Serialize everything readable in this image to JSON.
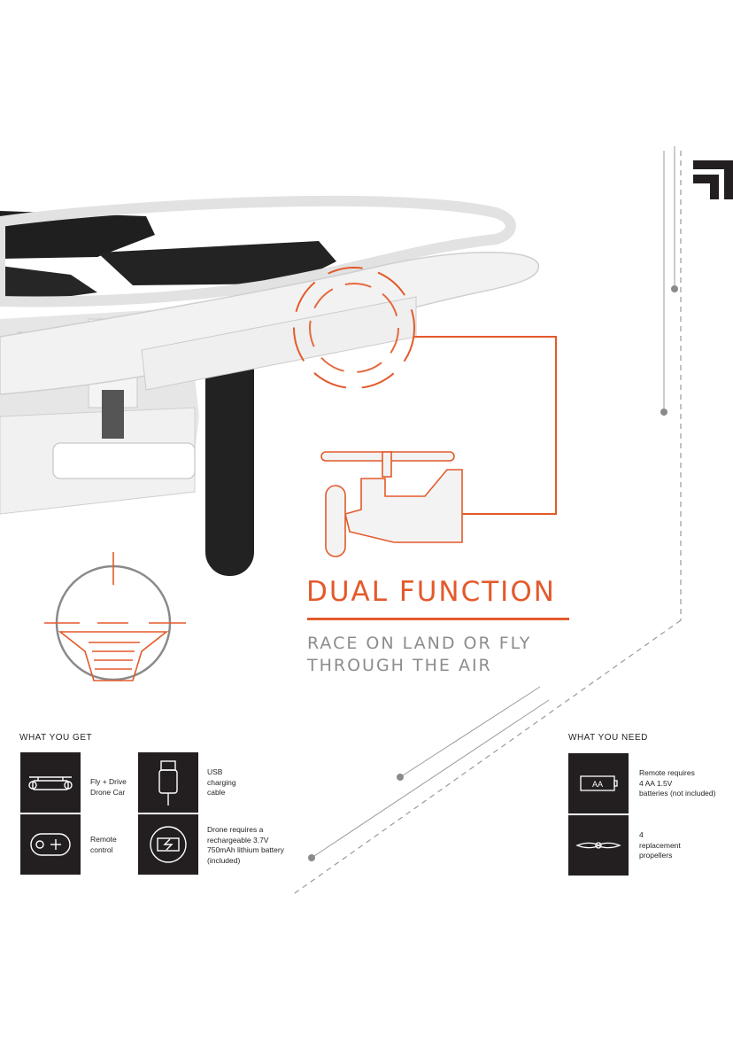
{
  "hero": {
    "title": "DUAL FUNCTION",
    "subtitle_lines": [
      "RACE ON LAND OR FLY",
      "THROUGH THE AIR"
    ]
  },
  "colors": {
    "accent": "#e35a2b",
    "dark": "#231f20",
    "muted": "#8c8c8c"
  },
  "what_you_get": {
    "title": "WHAT YOU GET",
    "items": [
      {
        "icon": "drone-car-icon",
        "lines": [
          "Fly + Drive",
          "Drone Car"
        ]
      },
      {
        "icon": "usb-cable-icon",
        "lines": [
          "USB",
          "charging",
          "cable"
        ]
      },
      {
        "icon": "remote-control-icon",
        "lines": [
          "Remote",
          "control"
        ]
      },
      {
        "icon": "battery-charge-icon",
        "lines": [
          "Drone requires a",
          "rechargeable 3.7V",
          "750mAh lithium battery",
          "(included)"
        ]
      }
    ]
  },
  "what_you_need": {
    "title": "WHAT YOU NEED",
    "items": [
      {
        "icon": "aa-battery-icon",
        "badge": "AA",
        "lines": [
          "Remote requires",
          "4 AA 1.5V",
          "batteries (not included)"
        ]
      },
      {
        "icon": "propeller-icon",
        "lines": [
          "4",
          "replacement",
          "propellers"
        ]
      }
    ]
  }
}
